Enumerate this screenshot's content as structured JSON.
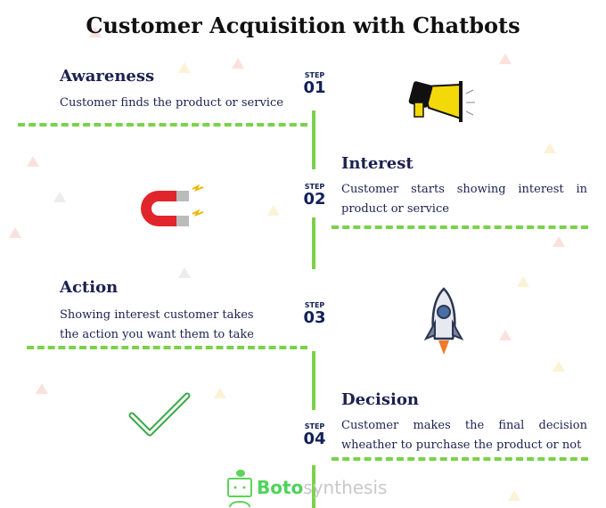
{
  "title": "Customer Acquisition with Chatbots",
  "steps": [
    {
      "step_label": "STEP",
      "number": "01",
      "heading": "Awareness",
      "description": "Customer finds the product or service",
      "icon": "megaphone-icon"
    },
    {
      "step_label": "STEP",
      "number": "02",
      "heading": "Interest",
      "description": "Customer starts showing interest in product or service",
      "icon": "magnet-icon"
    },
    {
      "step_label": "STEP",
      "number": "03",
      "heading": "Action",
      "description": "Showing interest customer takes the action you want them to take",
      "icon": "rocket-icon"
    },
    {
      "step_label": "STEP",
      "number": "04",
      "heading": "Decision",
      "description": "Customer makes the final decision wheather to purchase the product or not",
      "icon": "checkmark-icon"
    }
  ],
  "logo": {
    "part1": "Boto",
    "part2": "synthesis"
  },
  "colors": {
    "accent": "#7bd24a",
    "heading": "#1b2150"
  }
}
